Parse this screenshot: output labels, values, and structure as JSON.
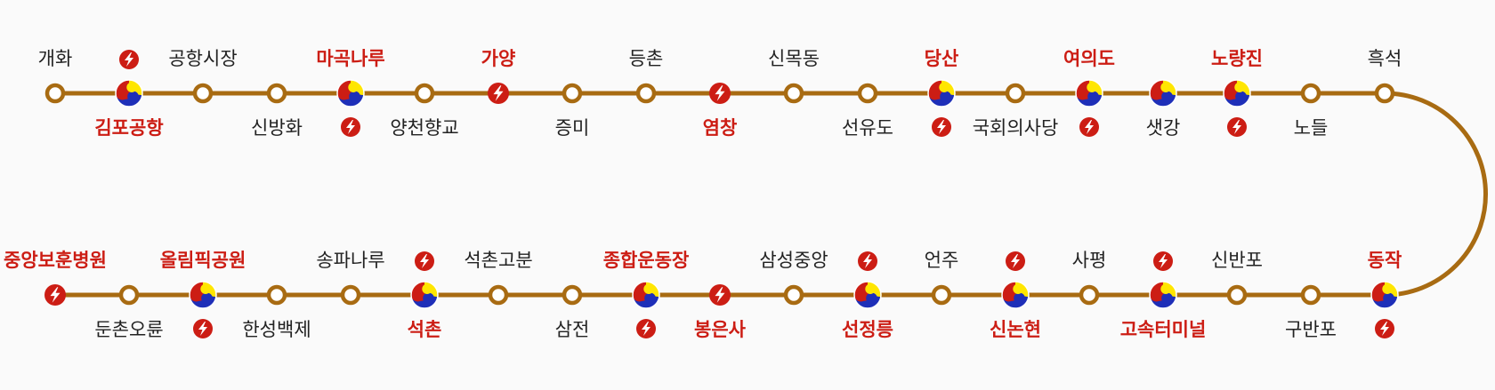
{
  "line": {
    "color": "#a86b12",
    "express_color": "#cc1d14",
    "normal_label_color": "#222222",
    "transfer_colors": [
      "#cc1d14",
      "#ffe600",
      "#1e2fb8"
    ]
  },
  "stations": [
    {
      "name": "개화",
      "express": false,
      "stop": false,
      "transfer": false
    },
    {
      "name": "김포공항",
      "express": true,
      "stop": true,
      "transfer": true
    },
    {
      "name": "공항시장",
      "express": false,
      "stop": false,
      "transfer": false
    },
    {
      "name": "신방화",
      "express": false,
      "stop": false,
      "transfer": false
    },
    {
      "name": "마곡나루",
      "express": true,
      "stop": true,
      "transfer": true
    },
    {
      "name": "양천향교",
      "express": false,
      "stop": false,
      "transfer": false
    },
    {
      "name": "가양",
      "express": true,
      "stop": true,
      "transfer": false
    },
    {
      "name": "증미",
      "express": false,
      "stop": false,
      "transfer": false
    },
    {
      "name": "등촌",
      "express": false,
      "stop": false,
      "transfer": false
    },
    {
      "name": "염창",
      "express": true,
      "stop": true,
      "transfer": false
    },
    {
      "name": "신목동",
      "express": false,
      "stop": false,
      "transfer": false
    },
    {
      "name": "선유도",
      "express": false,
      "stop": false,
      "transfer": false
    },
    {
      "name": "당산",
      "express": true,
      "stop": true,
      "transfer": true
    },
    {
      "name": "국회의사당",
      "express": false,
      "stop": false,
      "transfer": false
    },
    {
      "name": "여의도",
      "express": true,
      "stop": true,
      "transfer": true
    },
    {
      "name": "샛강",
      "express": false,
      "stop": false,
      "transfer": true
    },
    {
      "name": "노량진",
      "express": true,
      "stop": true,
      "transfer": true
    },
    {
      "name": "노들",
      "express": false,
      "stop": false,
      "transfer": false
    },
    {
      "name": "흑석",
      "express": false,
      "stop": false,
      "transfer": false
    },
    {
      "name": "동작",
      "express": true,
      "stop": true,
      "transfer": true
    },
    {
      "name": "구반포",
      "express": false,
      "stop": false,
      "transfer": false
    },
    {
      "name": "신반포",
      "express": false,
      "stop": false,
      "transfer": false
    },
    {
      "name": "고속터미널",
      "express": true,
      "stop": true,
      "transfer": true
    },
    {
      "name": "사평",
      "express": false,
      "stop": false,
      "transfer": false
    },
    {
      "name": "신논현",
      "express": true,
      "stop": true,
      "transfer": true
    },
    {
      "name": "언주",
      "express": false,
      "stop": false,
      "transfer": false
    },
    {
      "name": "선정릉",
      "express": true,
      "stop": true,
      "transfer": true
    },
    {
      "name": "삼성중앙",
      "express": false,
      "stop": false,
      "transfer": false
    },
    {
      "name": "봉은사",
      "express": true,
      "stop": true,
      "transfer": false
    },
    {
      "name": "종합운동장",
      "express": true,
      "stop": true,
      "transfer": true
    },
    {
      "name": "삼전",
      "express": false,
      "stop": false,
      "transfer": false
    },
    {
      "name": "석촌고분",
      "express": false,
      "stop": false,
      "transfer": false
    },
    {
      "name": "석촌",
      "express": true,
      "stop": true,
      "transfer": true
    },
    {
      "name": "송파나루",
      "express": false,
      "stop": false,
      "transfer": false
    },
    {
      "name": "한성백제",
      "express": false,
      "stop": false,
      "transfer": false
    },
    {
      "name": "올림픽공원",
      "express": true,
      "stop": true,
      "transfer": true
    },
    {
      "name": "둔촌오륜",
      "express": false,
      "stop": false,
      "transfer": false
    },
    {
      "name": "중앙보훈병원",
      "express": true,
      "stop": true,
      "transfer": false
    }
  ]
}
